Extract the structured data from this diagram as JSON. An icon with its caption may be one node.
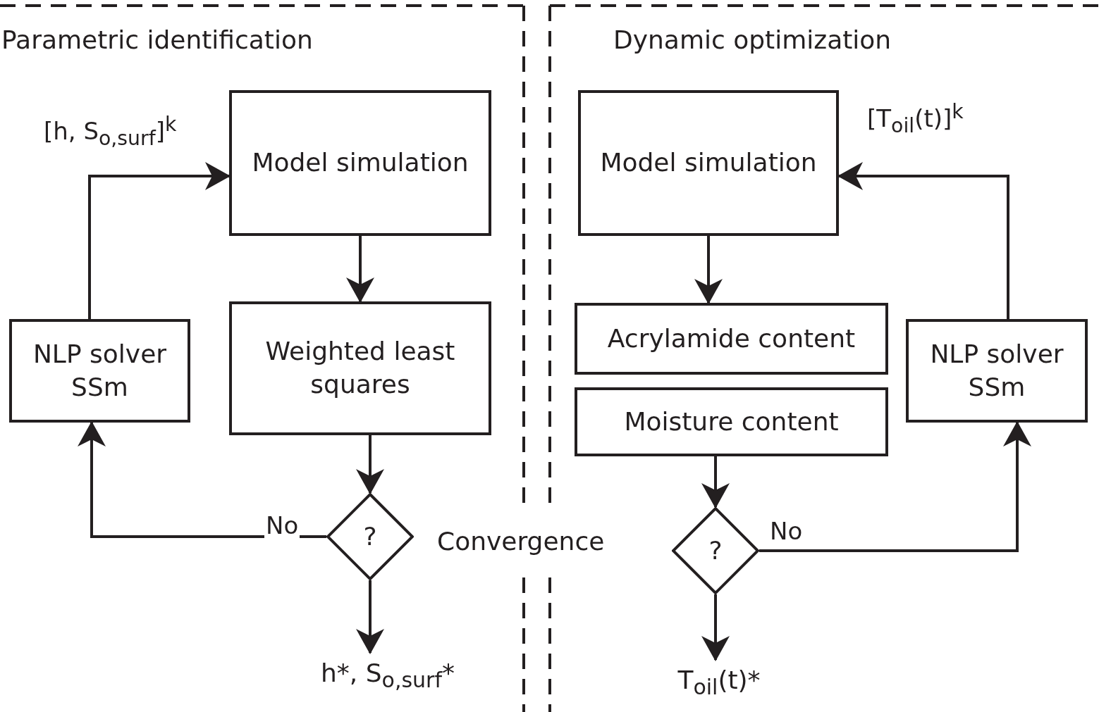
{
  "diagram": {
    "nodes": [
      {
        "text": [
          "Model simulation"
        ]
      },
      {
        "text": [
          "Weighted least squares"
        ]
      },
      {
        "text": [
          "?"
        ]
      },
      {
        "text": [
          "NLP solver SSm"
        ]
      },
      {
        "text": [
          "h*, S$_{o,surf}$*"
        ]
      },
      {
        "text": [
          "Model simulation"
        ]
      },
      {
        "text": [
          "Acrylamide content"
        ]
      },
      {
        "text": [
          "Moisture content"
        ]
      },
      {
        "text": [
          "?"
        ]
      },
      {
        "text": [
          "NLP solver SSm"
        ]
      },
      {
        "text": [
          "T$_{oil}$(t)*"
        ]
      }
    ],
    "edges": [
      {
        "from": 0,
        "to": 1,
        "arrow": "to"
      },
      {
        "from": 1,
        "to": 2,
        "arrow": "to"
      },
      {
        "from": 2,
        "to": 3,
        "arrow": "to",
        "label": "No"
      },
      {
        "from": 3,
        "to": 0,
        "arrow": "to",
        "label": "[h, S$_{o,surf}$]$^{k}$"
      },
      {
        "from": 2,
        "to": 4,
        "arrow": "to"
      },
      {
        "from": 5,
        "to": 6,
        "arrow": "to"
      },
      {
        "from": 7,
        "to": 8,
        "arrow": "to"
      },
      {
        "from": 8,
        "to": 9,
        "arrow": "to",
        "label": "No"
      },
      {
        "from": 9,
        "to": 5,
        "arrow": "to",
        "label": "[T$_{oil}$(t)]$^{k}$"
      },
      {
        "from": 8,
        "to": 10,
        "arrow": "to"
      }
    ],
    "labels": [
      "Parametric identification",
      "Dynamic optimization",
      "Convergence"
    ]
  }
}
